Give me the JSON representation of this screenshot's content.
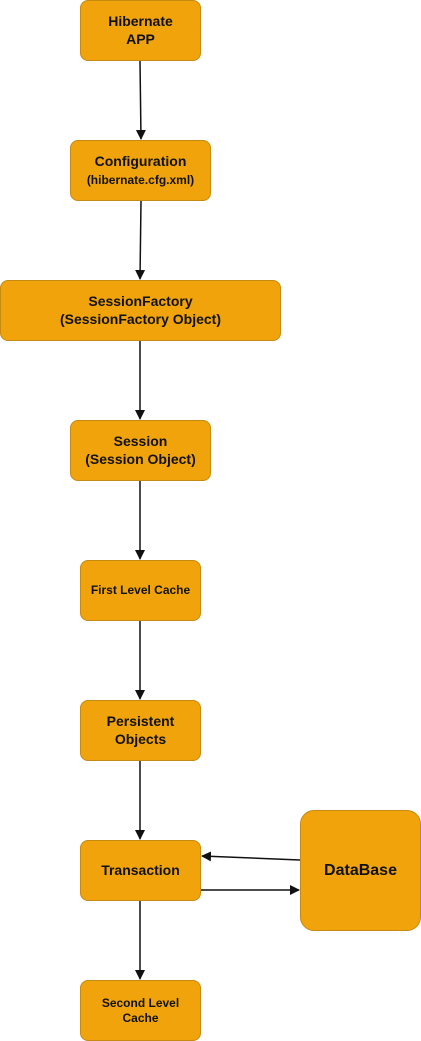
{
  "nodes": {
    "hibernate_app": {
      "line1": "Hibernate",
      "line2": "APP"
    },
    "configuration": {
      "line1": "Configuration",
      "line2": "(hibernate.cfg.xml)"
    },
    "session_factory": {
      "line1": "SessionFactory",
      "line2": "(SessionFactory Object)"
    },
    "session": {
      "line1": "Session",
      "line2": "(Session Object)"
    },
    "first_level_cache": {
      "label": "First Level Cache"
    },
    "persistent_objects": {
      "line1": "Persistent",
      "line2": "Objects"
    },
    "transaction": {
      "label": "Transaction"
    },
    "database": {
      "label": "DataBase"
    },
    "second_level_cache": {
      "line1": "Second Level",
      "line2": "Cache"
    }
  },
  "colors": {
    "node_fill": "#f0a30a",
    "node_border": "#c48a12",
    "arrow": "#111111",
    "text": "#111111"
  }
}
